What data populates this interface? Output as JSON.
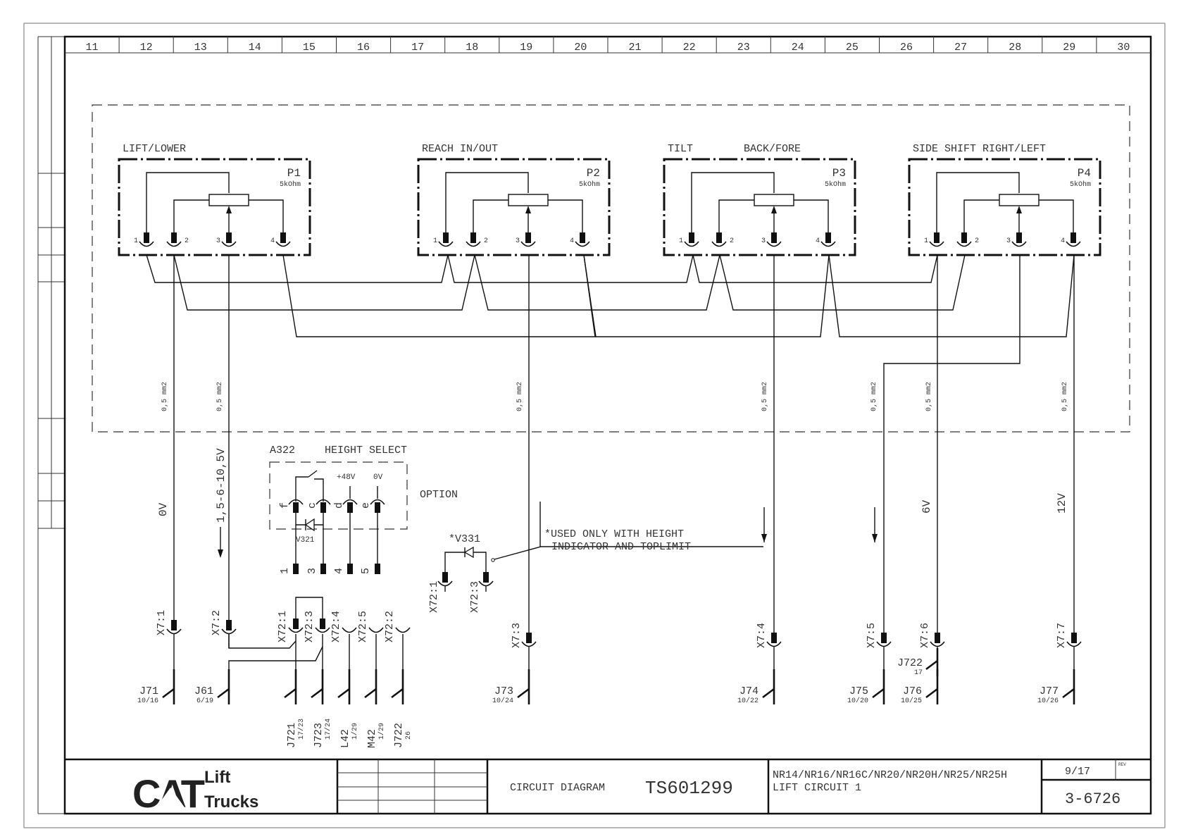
{
  "column_ruler": [
    "11",
    "12",
    "13",
    "14",
    "15",
    "16",
    "17",
    "18",
    "19",
    "20",
    "21",
    "22",
    "23",
    "24",
    "25",
    "26",
    "27",
    "28",
    "29",
    "30"
  ],
  "potentiometers": [
    {
      "id": "P1",
      "function": "LIFT/LOWER",
      "value": "5kOhm",
      "pins": [
        "1",
        "2",
        "3",
        "4"
      ]
    },
    {
      "id": "P2",
      "function": "REACH  IN/OUT",
      "value": "5kOhm",
      "pins": [
        "1",
        "2",
        "3",
        "4"
      ]
    },
    {
      "id": "P3",
      "function_a": "TILT",
      "function_b": "BACK/FORE",
      "value": "5kOhm",
      "pins": [
        "1",
        "2",
        "3",
        "4"
      ]
    },
    {
      "id": "P4",
      "function": "SIDE SHIFT RIGHT/LEFT",
      "value": "5kOhm",
      "pins": [
        "1",
        "2",
        "3",
        "4"
      ]
    }
  ],
  "wire_gauges": [
    "0,5 mm2",
    "0,5 mm2",
    "0,5 mm2",
    "0,5 mm2",
    "0,5 mm2",
    "0,5 mm2",
    "0,5 mm2"
  ],
  "voltages": {
    "x71": "0V",
    "x72": "1,5-6-10,5V",
    "x76": "6V",
    "x77": "12V"
  },
  "height_select": {
    "id": "A322",
    "title": "HEIGHT SELECT",
    "option_label": "OPTION",
    "diode": "V321",
    "pin_letters": [
      "f",
      "c",
      "d",
      "e"
    ],
    "supply_labels": [
      "+48V",
      "0V"
    ],
    "pin_numbers": [
      "1",
      "3",
      "4",
      "5"
    ]
  },
  "v331": {
    "id": "*V331",
    "pins": [
      "X72:1",
      "X72:3"
    ]
  },
  "note": {
    "line1": "*USED ONLY WITH HEIGHT",
    "line2": "INDICATOR AND TOPLIMIT"
  },
  "connectors_x7": [
    "X7:1",
    "X7:2",
    "X7:3",
    "X7:4",
    "X7:5",
    "X7:6",
    "X7:7"
  ],
  "connectors_x72": [
    "X72:1",
    "X72:3",
    "X72:4",
    "X72:5",
    "X72:2"
  ],
  "junctions": [
    {
      "id": "J71",
      "ref": "10/16"
    },
    {
      "id": "J61",
      "ref": "6/19"
    },
    {
      "id": "J73",
      "ref": "10/24"
    },
    {
      "id": "J74",
      "ref": "10/22"
    },
    {
      "id": "J75",
      "ref": "10/20"
    },
    {
      "id": "J76",
      "ref": "10/25"
    },
    {
      "id": "J722",
      "ref": "17"
    },
    {
      "id": "J77",
      "ref": "10/26"
    }
  ],
  "bottom_junctions": [
    {
      "id": "J721",
      "ref": "17/23"
    },
    {
      "id": "J723",
      "ref": "17/24"
    },
    {
      "id": "L42",
      "ref": "1/29"
    },
    {
      "id": "M42",
      "ref": "1/29"
    },
    {
      "id": "J722",
      "ref": "26"
    }
  ],
  "title_block": {
    "brand": "CAT",
    "brand_sub1": "Lift",
    "brand_sub2": "Trucks",
    "doc_type": "CIRCUIT DIAGRAM",
    "doc_number": "TS601299",
    "models": "NR14/NR16/NR16C/NR20/NR20H/NR25/NR25H",
    "circuit_name": "LIFT CIRCUIT 1",
    "sheet": "9/17",
    "rev_label": "REV",
    "drawing_number": "3-6726"
  }
}
